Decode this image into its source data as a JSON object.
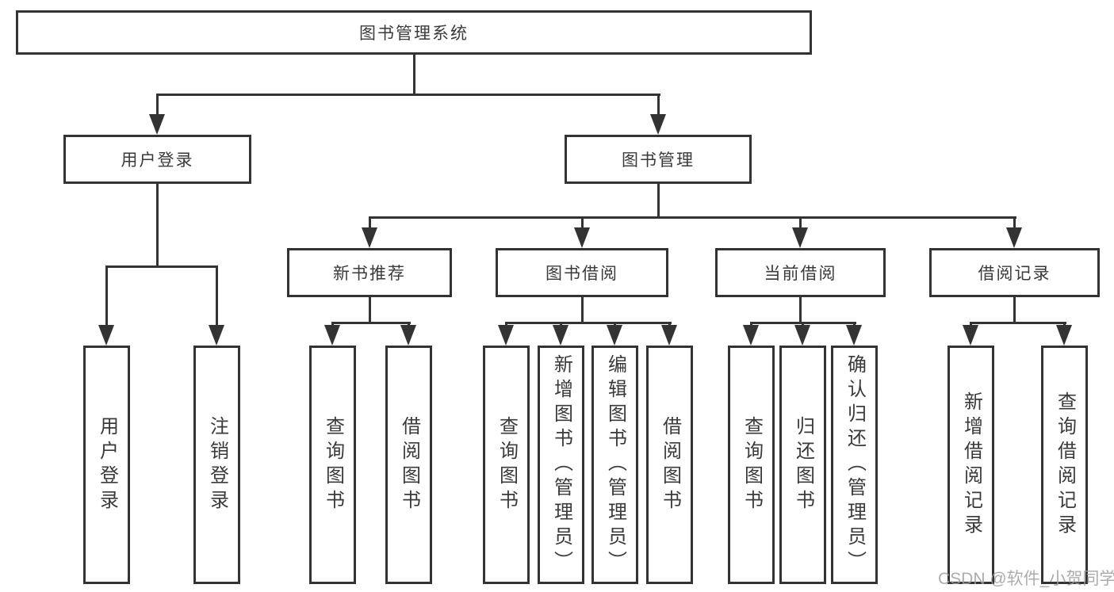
{
  "nodes": {
    "root": "图书管理系统",
    "level2": [
      "用户登录",
      "图书管理"
    ],
    "level3": [
      "新书推荐",
      "图书借阅",
      "当前借阅",
      "借阅记录"
    ],
    "leaves": {
      "user": [
        "用户登录",
        "注销登录"
      ],
      "newbook": [
        "查询图书",
        "借阅图书"
      ],
      "borrow": [
        "查询图书",
        "新增图书（管理员）",
        "编辑图书（管理员）",
        "借阅图书"
      ],
      "current": [
        "查询图书",
        "归还图书",
        "确认归还（管理员）"
      ],
      "records": [
        "新增借阅记录",
        "查询借阅记录"
      ]
    }
  },
  "watermark": "CSDN @软件_小贺同学",
  "colors": {
    "line": "#333333",
    "text": "#3a3a3a",
    "watermark": "#9e9e9e",
    "bg": "#ffffff"
  }
}
